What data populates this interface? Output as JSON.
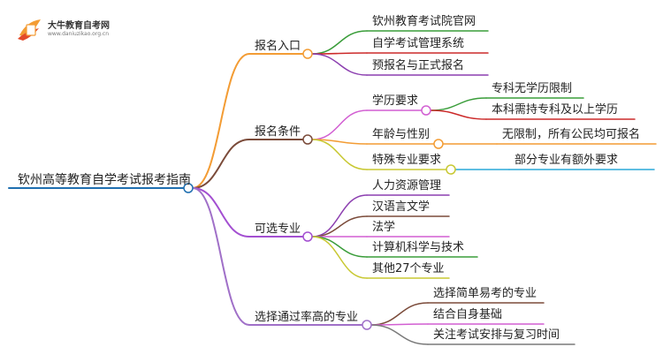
{
  "logo": {
    "name": "大牛教育自考网",
    "url": "www.daniuzikao.org.cn"
  },
  "root": "钦州高等教育自学考试报考指南",
  "branches": [
    {
      "label": "报名入口",
      "color": "#f39c34",
      "children": [
        {
          "label": "钦州教育考试院官网",
          "color": "#3a9d3a"
        },
        {
          "label": "自学考试管理系统",
          "color": "#cc2a2a"
        },
        {
          "label": "预报名与正式报名",
          "color": "#8c3fb0"
        }
      ]
    },
    {
      "label": "报名条件",
      "color": "#7b4b3a",
      "children": [
        {
          "label": "学历要求",
          "color": "#d25fd2",
          "children": [
            {
              "label": "专科无学历限制",
              "color": "#3a9d3a"
            },
            {
              "label": "本科需持专科及以上学历",
              "color": "#cc2a2a"
            }
          ]
        },
        {
          "label": "年龄与性别",
          "color": "#f39c34",
          "children": [
            {
              "label": "无限制，所有公民均可报名",
              "color": "#f39c34"
            }
          ]
        },
        {
          "label": "特殊专业要求",
          "color": "#c8c832",
          "children": [
            {
              "label": "部分专业有额外要求",
              "color": "#2aa8d8"
            }
          ]
        }
      ]
    },
    {
      "label": "可选专业",
      "color": "#a34fd1",
      "children": [
        {
          "label": "人力资源管理",
          "color": "#8c3fb0"
        },
        {
          "label": "汉语言文学",
          "color": "#7b4b3a"
        },
        {
          "label": "法学",
          "color": "#d25fd2"
        },
        {
          "label": "计算机科学与技术",
          "color": "#3a9d3a"
        },
        {
          "label": "其他27个专业",
          "color": "#c8c832"
        }
      ]
    },
    {
      "label": "选择通过率高的专业",
      "color": "#a070c8",
      "children": [
        {
          "label": "选择简单易考的专业",
          "color": "#7b4b3a"
        },
        {
          "label": "结合自身基础",
          "color": "#d25fd2"
        },
        {
          "label": "关注考试安排与复习时间",
          "color": "#7a7a7a"
        }
      ]
    }
  ],
  "root_color": "#1f6fb0"
}
